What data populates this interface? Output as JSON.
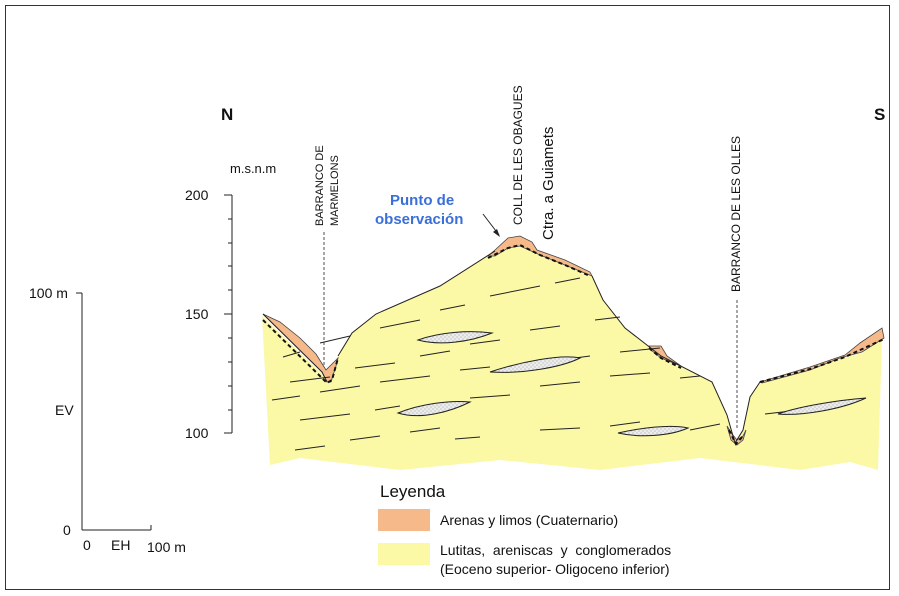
{
  "cardinal": {
    "north": "N",
    "south": "S"
  },
  "vertical_axis": {
    "unit_label": "m.s.n.m",
    "ticks": [
      "200",
      "150",
      "100"
    ]
  },
  "scale_bar": {
    "vertical_label": "100 m",
    "vertical_name": "EV",
    "origin": "0",
    "horizontal_name": "EH",
    "horizontal_label": "100 m"
  },
  "place_labels": {
    "barranco_marmelons": [
      "BARRANCO DE",
      "MARMELONS"
    ],
    "coll_obagues": "COLL DE LES OBAGUES",
    "ctra_guiamets": "Ctra. a Guiamets",
    "barranco_olles": "BARRANCO DE LES OLLES"
  },
  "observation_point": {
    "line1": "Punto de",
    "line2": "observación",
    "color": "#3a6fd8"
  },
  "legend": {
    "title": "Leyenda",
    "items": [
      {
        "label": "Arenas y limos (Cuaternario)",
        "color": "#f5b98a"
      },
      {
        "label_line1": "Lutitas,  areniscas  y  conglomerados",
        "label_line2": "(Eoceno superior- Oligoceno inferior)",
        "color": "#fbf8a6"
      }
    ]
  },
  "colors": {
    "yellow": "#fbf8a6",
    "orange": "#f5b98a",
    "lens": "#e6e6e6"
  }
}
